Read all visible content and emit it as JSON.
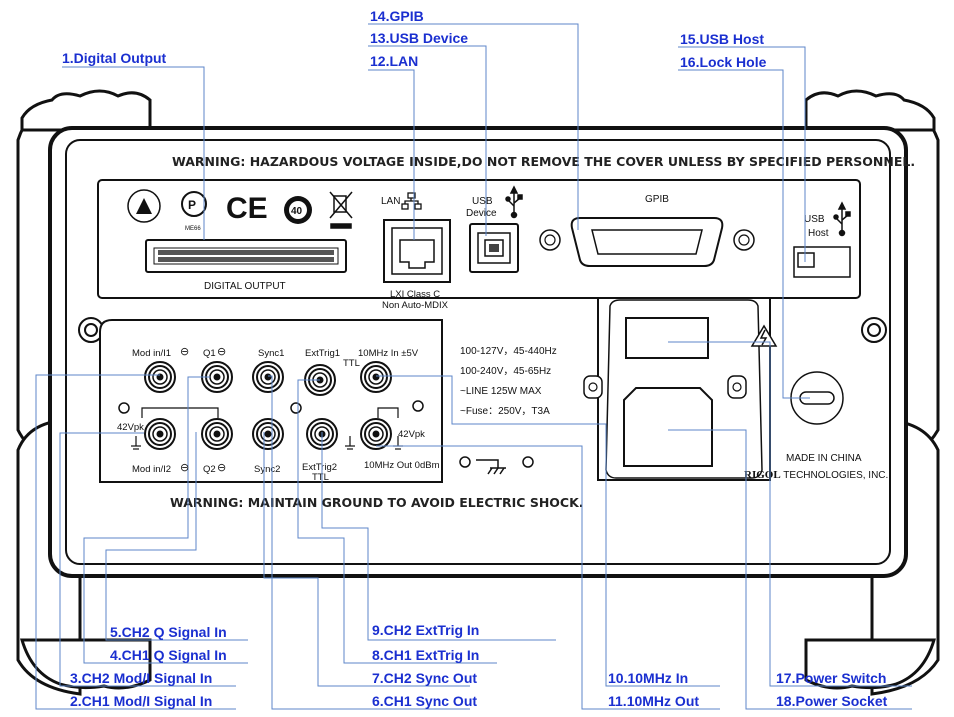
{
  "callouts": {
    "c1": "1.Digital Output",
    "c2": "2.CH1 Mod/I Signal In",
    "c3": "3.CH2 Mod/I Signal In",
    "c4": "4.CH1 Q Signal In",
    "c5": "5.CH2 Q Signal In",
    "c6": "6.CH1 Sync Out",
    "c7": "7.CH2 Sync Out",
    "c8": "8.CH1 ExtTrig In",
    "c9": "9.CH2 ExtTrig In",
    "c10": "10.10MHz In",
    "c11": "11.10MHz Out",
    "c12": "12.LAN",
    "c13": "13.USB Device",
    "c14": "14.GPIB",
    "c15": "15.USB Host",
    "c16": "16.Lock Hole",
    "c17": "17.Power Switch",
    "c18": "18.Power Socket"
  },
  "panel": {
    "warning_top": "WARNING: HAZARDOUS VOLTAGE INSIDE,DO NOT REMOVE THE COVER  UNLESS BY SPECIFIED PERSONNEL.",
    "warning_bottom": "WARNING: MAINTAIN GROUND TO AVOID ELECTRIC SHOCK.",
    "digital_output": "DIGITAL OUTPUT",
    "lan": "LAN",
    "lxi_line1": "LXI Class C",
    "lxi_line2": "Non Auto-MDIX",
    "usb_device_1": "USB",
    "usb_device_2": "Device",
    "gpib": "GPIB",
    "usb_host_1": "USB",
    "usb_host_2": "Host",
    "mod_i1": "Mod in/I1",
    "q1": "Q1",
    "sync1": "Sync1",
    "exttrig1": "ExtTrig1",
    "ttl1": "TTL",
    "tenmhz_in": "10MHz In ±5V",
    "vpk_left": "42Vpk",
    "vpk_right": "42Vpk",
    "mod_i2": "Mod in/I2",
    "q2": "Q2",
    "sync2": "Sync2",
    "exttrig2": "ExtTrig2",
    "ttl2": "TTL",
    "tenmhz_out": "10MHz Out 0dBm",
    "spec1": "100-127V，45-440Hz",
    "spec2": "100-240V，45-65Hz",
    "spec3": "~LINE 125W MAX",
    "spec4": "~Fuse：250V，T3A",
    "made_in": "MADE IN CHINA",
    "brand": "RIGOL",
    "brand_rest": " TECHNOLOGIES, INC.",
    "logo_mee": "ME66"
  }
}
